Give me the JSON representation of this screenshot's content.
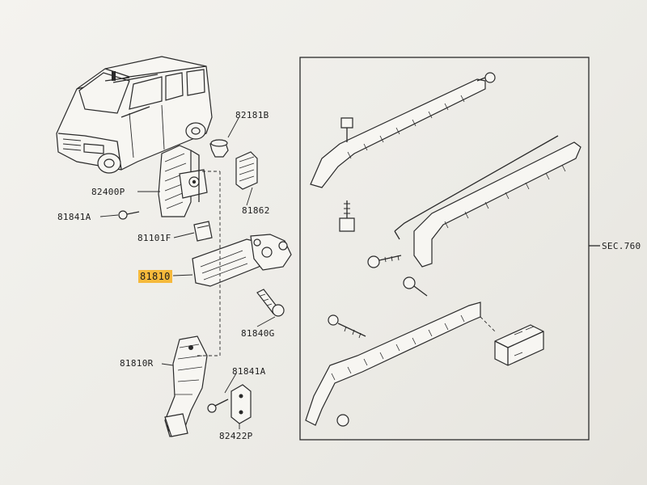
{
  "labels": {
    "p82181B": "82181B",
    "p82400P": "82400P",
    "p81841A_top": "81841A",
    "p81862": "81862",
    "p81101F": "81101F",
    "p81810": "81810",
    "p81840G": "81840G",
    "p81810R": "81810R",
    "p81841A_bottom": "81841A",
    "p82422P": "82422P",
    "sec_ref": "SEC.760"
  },
  "colors": {
    "highlight": "#f6b93b",
    "line": "#2a2a2a",
    "paper": "#f4f3ef"
  }
}
